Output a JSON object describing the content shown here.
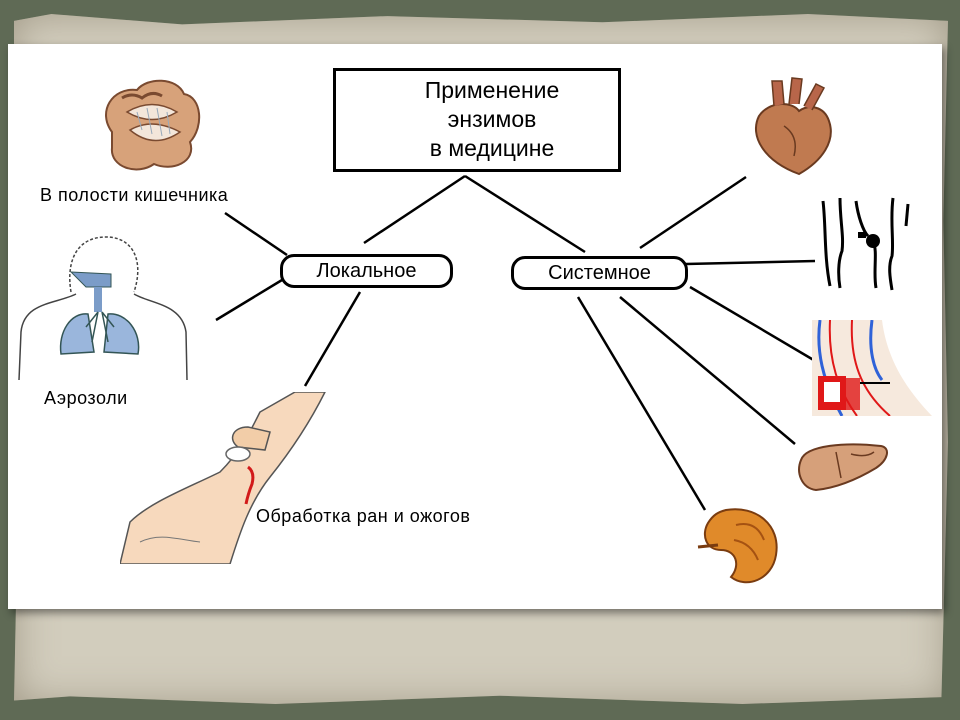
{
  "diagram": {
    "title_lines": [
      "Применение",
      "энзимов",
      "в медицине"
    ],
    "branches": {
      "local": "Локальное",
      "systemic": "Системное"
    },
    "labels": {
      "intestine": "В полости кишечника",
      "aerosols": "Аэрозоли",
      "wounds": "Обработка ран и ожогов"
    },
    "icons": {
      "intestine": "intestine-icon",
      "lungs": "lungs-icon",
      "arm": "arm-wound-icon",
      "heart": "heart-icon",
      "joint": "joint-icon",
      "vessel": "blood-vessel-icon",
      "liver": "liver-icon",
      "kidney": "kidney-icon"
    },
    "colors": {
      "organ": "#c07a50",
      "lung": "#7b9cc8",
      "vessel_red": "#e01818",
      "vessel_blue": "#2f62d8",
      "background": "#5f6a55"
    }
  }
}
